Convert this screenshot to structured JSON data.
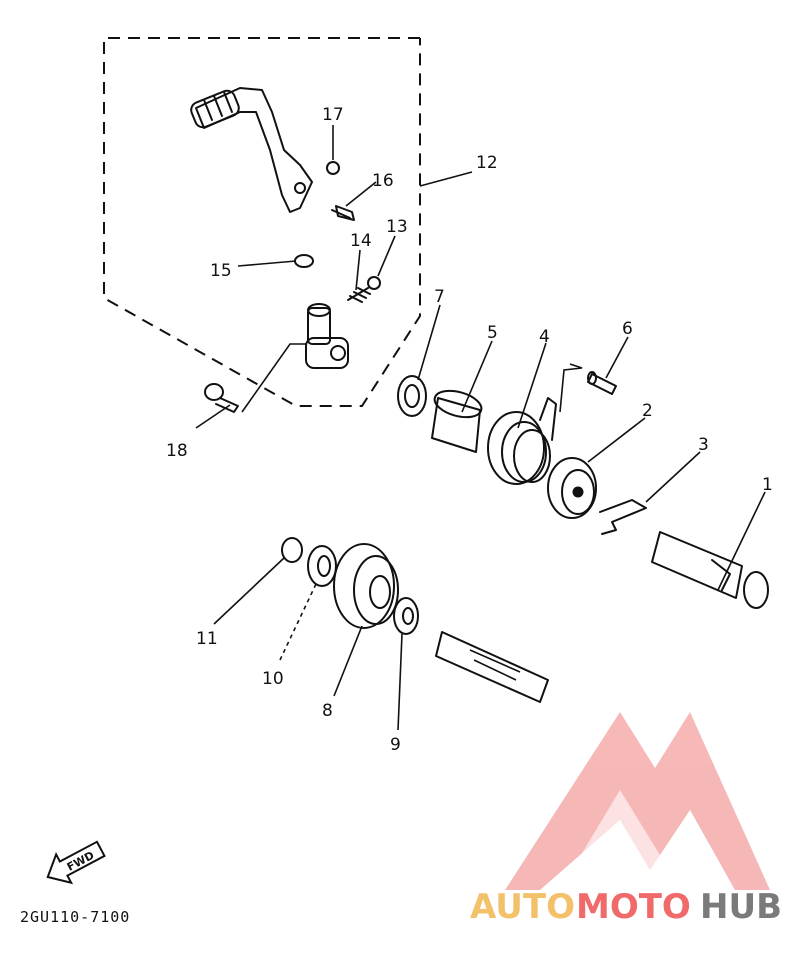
{
  "callouts": [
    "1",
    "2",
    "3",
    "4",
    "5",
    "6",
    "7",
    "8",
    "9",
    "10",
    "11",
    "12",
    "13",
    "14",
    "15",
    "16",
    "17",
    "18"
  ],
  "diagram_code": "2GU110-7100",
  "fwd_label": "FWD",
  "watermark": {
    "part1": "AUTO",
    "part2": "MOTO",
    "part3": "HUB",
    "colors": {
      "auto": "#f3c16a",
      "moto": "#f06a6a",
      "hub": "#7a7a7a",
      "logo": "#f4a0a0"
    }
  }
}
